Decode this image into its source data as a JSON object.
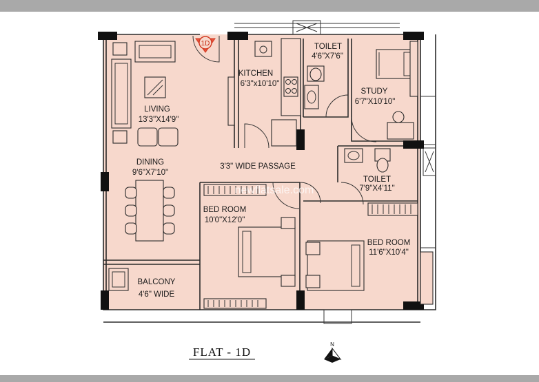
{
  "plan": {
    "badge": "1D",
    "title": "FLAT - 1D",
    "watermark": "newflatsale.com",
    "north_label": "N",
    "floor_color": "#f7d8cc",
    "wall_color": "#2a2a2a"
  },
  "rooms": {
    "living": {
      "name": "LIVING",
      "size": "13'3\"X14'9\""
    },
    "dining": {
      "name": "DINING",
      "size": "9'6\"X7'10\""
    },
    "kitchen": {
      "name": "KITCHEN",
      "size": "6'3\"x10'10\""
    },
    "toilet1": {
      "name": "TOILET",
      "size": "4'6\"X7'6\""
    },
    "study": {
      "name": "STUDY",
      "size": "6'7\"X10'10\""
    },
    "passage": {
      "name": "3'3\" WIDE PASSAGE"
    },
    "toilet2": {
      "name": "TOILET",
      "size": "7'9\"X4'11\""
    },
    "bedroom1": {
      "name": "BED ROOM",
      "size": "10'0\"X12'0\""
    },
    "bedroom2": {
      "name": "BED ROOM",
      "size": "11'6\"X10'4\""
    },
    "balcony": {
      "name": "BALCONY",
      "size": "4'6\" WIDE"
    }
  }
}
